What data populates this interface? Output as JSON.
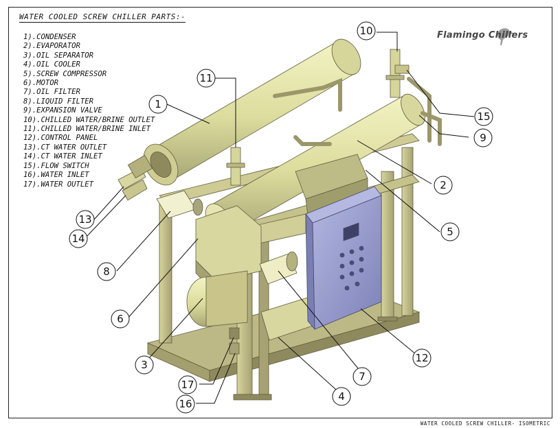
{
  "title": "WATER COOLED SCREW CHILLER PARTS:-",
  "parts": [
    "1).CONDENSER",
    "2).EVAPORATOR",
    "3).OIL SEPARATOR",
    "4).OIL COOLER",
    "5).SCREW COMPRESSOR",
    "6).MOTOR",
    "7).OIL FILTER",
    "8).LIQUID FILTER",
    "9).EXPANSION VALVE",
    "10).CHILLED WATER/BRINE OUTLET",
    "11).CHILLED WATER/BRINE INLET",
    "12).CONTROL PANEL",
    "13).CT WATER OUTLET",
    "14).CT WATER INLET",
    "15).FLOW SWITCH",
    "16).WATER INLET",
    "17).WATER OUTLET"
  ],
  "logo": {
    "text": "Flamingo Chillers",
    "icon": "flamingo-bird-icon"
  },
  "caption": "WATER COOLED SCREW CHILLER- ISOMETRIC",
  "callouts": [
    {
      "n": "1"
    },
    {
      "n": "2"
    },
    {
      "n": "3"
    },
    {
      "n": "4"
    },
    {
      "n": "5"
    },
    {
      "n": "6"
    },
    {
      "n": "7"
    },
    {
      "n": "8"
    },
    {
      "n": "9"
    },
    {
      "n": "10"
    },
    {
      "n": "11"
    },
    {
      "n": "12"
    },
    {
      "n": "13"
    },
    {
      "n": "14"
    },
    {
      "n": "15"
    },
    {
      "n": "16"
    },
    {
      "n": "17"
    }
  ],
  "colors": {
    "frame": "#c9c48a",
    "frame_dark": "#8f8a5e",
    "vessel": "#e0e0a0",
    "vessel_shade": "#b9b882",
    "panel": "#9a9fd0",
    "panel_dark": "#6f73a8",
    "line": "#111111"
  }
}
